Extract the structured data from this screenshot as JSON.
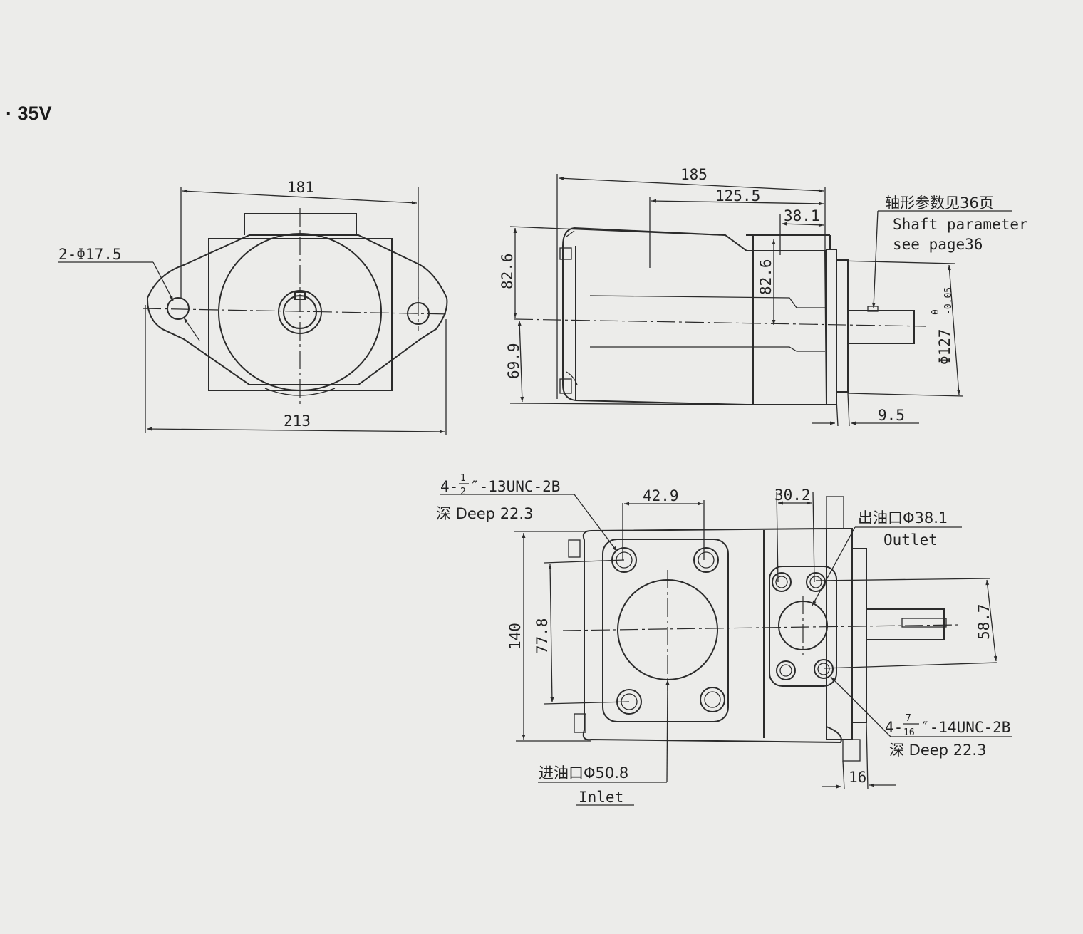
{
  "title": "· 35V",
  "front_view": {
    "dim_top": "181",
    "dim_bottom": "213",
    "holes_callout": "2-Φ17.5"
  },
  "side_view": {
    "dim_overall": "185",
    "dim_1255": "125.5",
    "dim_381": "38.1",
    "dim_826_left": "82.6",
    "dim_826_inner": "82.6",
    "dim_699": "69.9",
    "dim_95": "9.5",
    "shaft_note_cn": "轴形参数见36页",
    "shaft_note_en_1": "Shaft parameter",
    "shaft_note_en_2": "see page36",
    "pilot_dia_prefix": "Φ127",
    "pilot_tol_upper": "0",
    "pilot_tol_lower": "-0.05"
  },
  "bottom_view": {
    "thread_a_prefix": "4-",
    "thread_a_num": "1",
    "thread_a_den": "2",
    "thread_a_suffix": "″-13UNC-2B",
    "thread_a_depth": "深 Deep 22.3",
    "dim_429": "42.9",
    "dim_302": "30.2",
    "outlet_cn": "出油口Φ38.1",
    "outlet_en": "Outlet",
    "dim_140": "140",
    "dim_778": "77.8",
    "dim_587": "58.7",
    "thread_b_prefix": "4-",
    "thread_b_num": "7",
    "thread_b_den": "16",
    "thread_b_suffix": "″-14UNC-2B",
    "thread_b_depth": "深 Deep 22.3",
    "dim_16": "16",
    "inlet_cn": "进油口Φ50.8",
    "inlet_en": "Inlet"
  }
}
